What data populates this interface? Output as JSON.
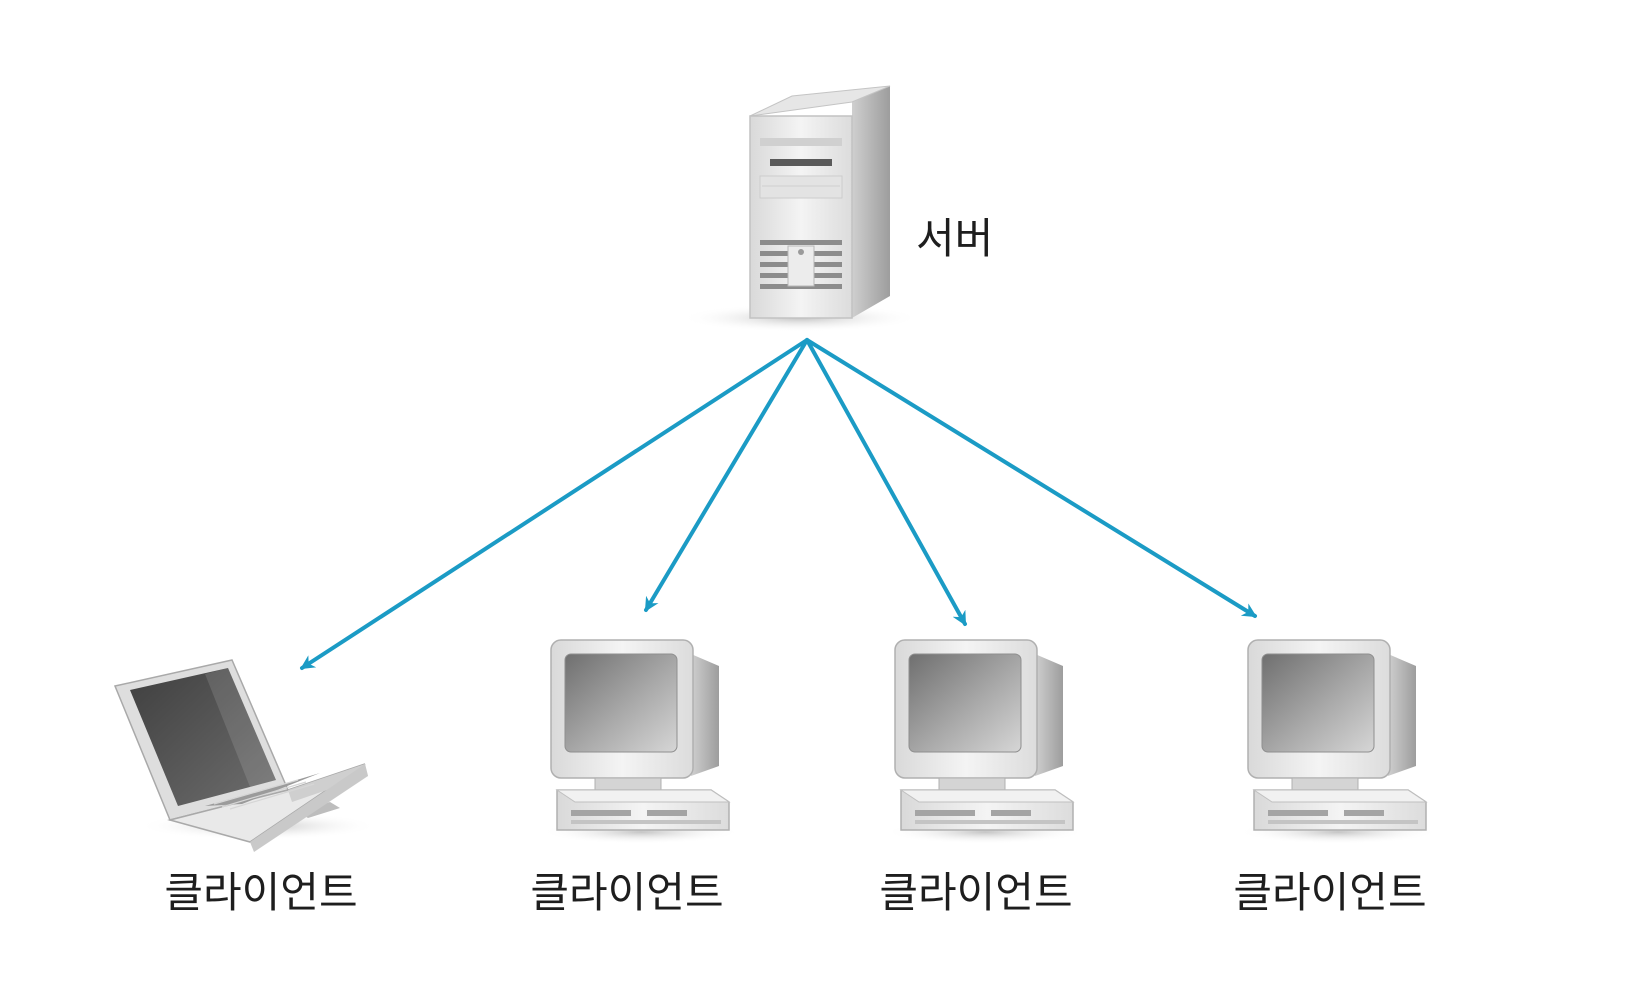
{
  "diagram": {
    "type": "client-server network",
    "colors": {
      "arrow": "#1b9bc5",
      "device_body": "#e8e8e8",
      "device_shadow": "#b5b5b5",
      "screen": "#8a8a8a",
      "laptop_screen": "#555555",
      "label_text": "#1e1e1e"
    },
    "server": {
      "label": "서버",
      "icon": "server-tower-icon"
    },
    "clients": [
      {
        "label": "클라이언트",
        "icon": "laptop-icon"
      },
      {
        "label": "클라이언트",
        "icon": "desktop-computer-icon"
      },
      {
        "label": "클라이언트",
        "icon": "desktop-computer-icon"
      },
      {
        "label": "클라이언트",
        "icon": "desktop-computer-icon"
      }
    ],
    "connections": [
      {
        "from": "server",
        "to": "client-1",
        "direction": "server-to-client"
      },
      {
        "from": "server",
        "to": "client-2",
        "direction": "server-to-client"
      },
      {
        "from": "server",
        "to": "client-3",
        "direction": "server-to-client"
      },
      {
        "from": "server",
        "to": "client-4",
        "direction": "server-to-client"
      }
    ]
  }
}
